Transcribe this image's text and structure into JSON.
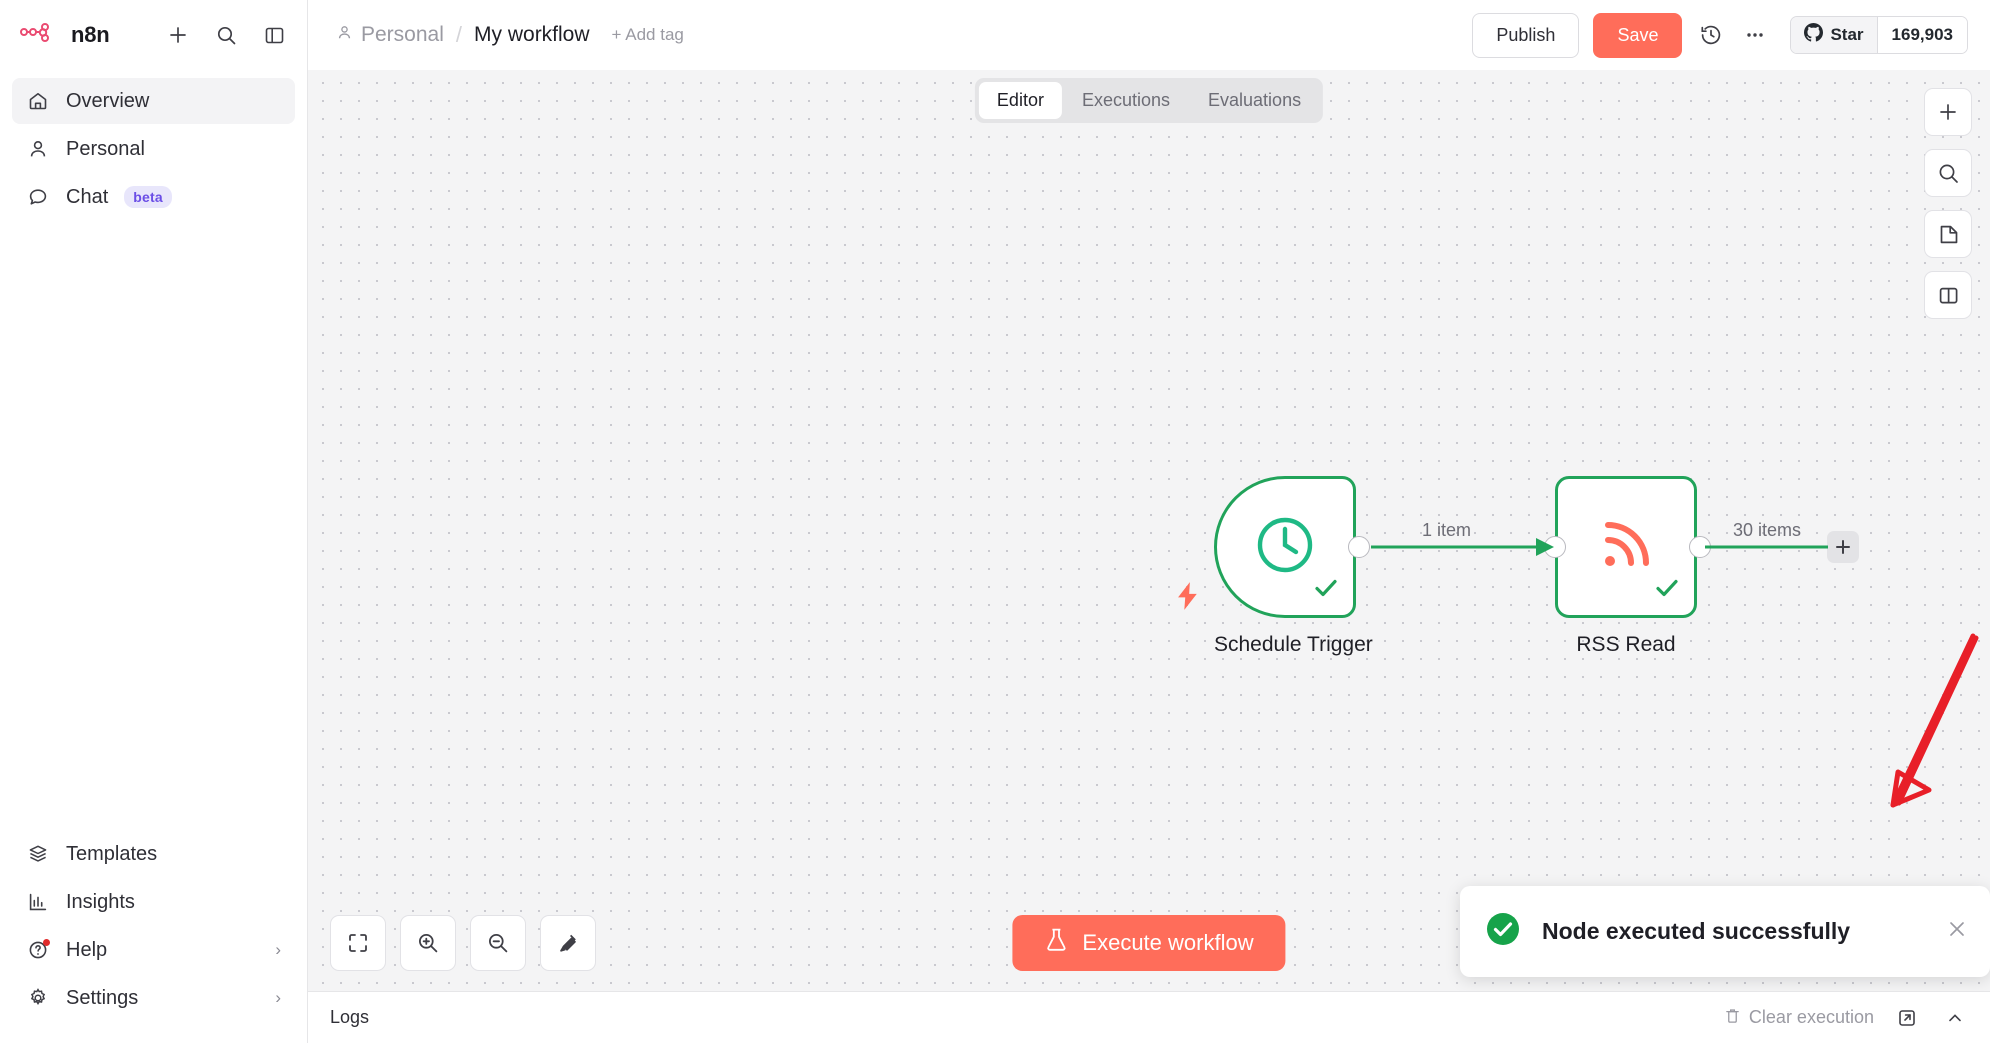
{
  "sidebar": {
    "brand": {
      "name": "n8n",
      "logo_icon": "n8n-logo-icon"
    },
    "top_actions": [
      {
        "name": "create-new",
        "icon": "plus-icon"
      },
      {
        "name": "search",
        "icon": "search-icon"
      },
      {
        "name": "toggle-sidebar",
        "icon": "panel-toggle-icon"
      }
    ],
    "items": [
      {
        "label": "Overview",
        "icon": "home-icon",
        "active": true
      },
      {
        "label": "Personal",
        "icon": "user-icon",
        "active": false
      },
      {
        "label": "Chat",
        "icon": "chat-bubble-icon",
        "badge": "beta",
        "active": false
      }
    ],
    "bottom_items": [
      {
        "label": "Templates",
        "icon": "box-icon",
        "chevron": ""
      },
      {
        "label": "Insights",
        "icon": "bar-chart-icon",
        "chevron": ""
      },
      {
        "label": "Help",
        "icon": "question-circle-icon",
        "chevron": "›",
        "notification_dot": true
      },
      {
        "label": "Settings",
        "icon": "gear-icon",
        "chevron": "›"
      }
    ]
  },
  "header": {
    "breadcrumb_project": "Personal",
    "breadcrumb_separator": "/",
    "workflow_title": "My workflow",
    "add_tag_label": "+ Add tag",
    "publish_label": "Publish",
    "save_label": "Save",
    "history_icon": "history-clock-icon",
    "more_icon": "ellipsis-icon",
    "github": {
      "star_label": "Star",
      "count": "169,903",
      "icon": "github-icon"
    }
  },
  "tabs": [
    {
      "label": "Editor",
      "active": true
    },
    {
      "label": "Executions",
      "active": false
    },
    {
      "label": "Evaluations",
      "active": false
    }
  ],
  "canvas": {
    "rail_buttons": [
      {
        "name": "add-node-button",
        "icon": "plus-icon"
      },
      {
        "name": "search-nodes-button",
        "icon": "search-icon"
      },
      {
        "name": "add-sticky-note-button",
        "icon": "sticky-note-icon"
      },
      {
        "name": "toggle-panel-button",
        "icon": "panel-toggle-icon"
      }
    ],
    "nodes": [
      {
        "id": "schedule-trigger",
        "label": "Schedule Trigger",
        "icon": "clock-icon",
        "icon_color": "#1fb985",
        "type": "trigger",
        "status": "success",
        "trigger_bolt": true
      },
      {
        "id": "rss-read",
        "label": "RSS Read",
        "icon": "rss-icon",
        "icon_color": "#ff6d5a",
        "type": "action",
        "status": "success",
        "trigger_bolt": false
      }
    ],
    "connections": [
      {
        "from": "schedule-trigger",
        "to": "rss-read",
        "label": "1 item"
      },
      {
        "from": "rss-read",
        "to": "add-stub",
        "label": "30 items"
      }
    ],
    "zoom_controls": [
      {
        "name": "fit-to-view-button",
        "icon": "fit-screen-icon"
      },
      {
        "name": "zoom-in-button",
        "icon": "zoom-in-icon"
      },
      {
        "name": "zoom-out-button",
        "icon": "zoom-out-icon"
      },
      {
        "name": "tidy-up-button",
        "icon": "broom-icon"
      }
    ],
    "execute_label": "Execute workflow",
    "execute_icon": "flask-icon",
    "annotation": {
      "type": "hand-drawn-arrow",
      "color": "#e81f28"
    }
  },
  "toast": {
    "message": "Node executed successfully",
    "status_icon": "check-circle-icon",
    "status_color": "#16a34a",
    "close_icon": "close-icon"
  },
  "logs": {
    "title": "Logs",
    "clear_label": "Clear execution",
    "clear_icon": "trash-icon",
    "popout_icon": "popout-icon",
    "collapse_icon": "chevron-up-icon"
  }
}
